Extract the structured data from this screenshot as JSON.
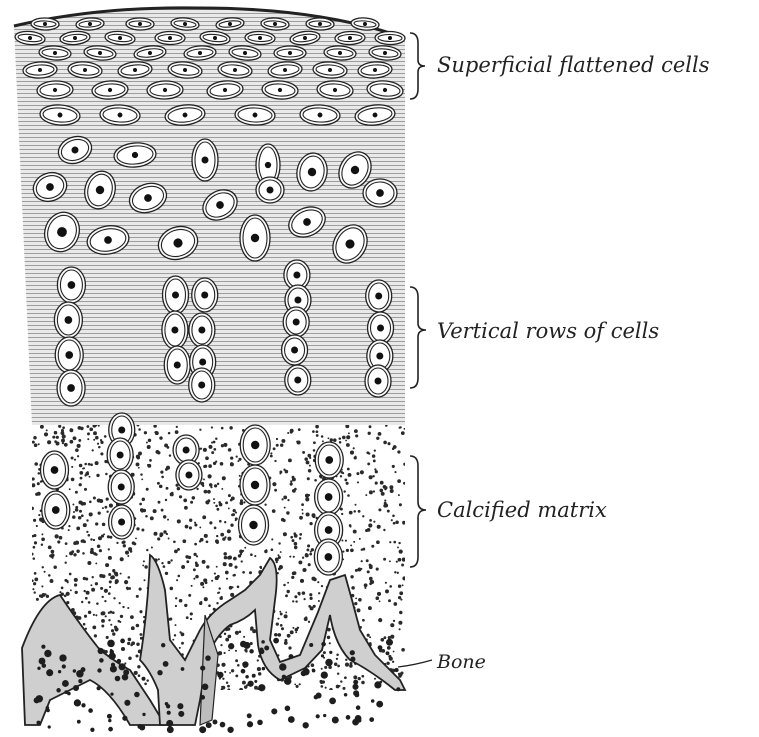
{
  "labels": {
    "superficial": "Superficial flattened cells",
    "vertical": "Vertical rows of cells",
    "calcified": "Calcified matrix",
    "bone": "Bone"
  },
  "colors": {
    "ink": "#222222",
    "matrix": "#e4e4e4",
    "bone": "#c9c9c9",
    "background": "#ffffff"
  }
}
